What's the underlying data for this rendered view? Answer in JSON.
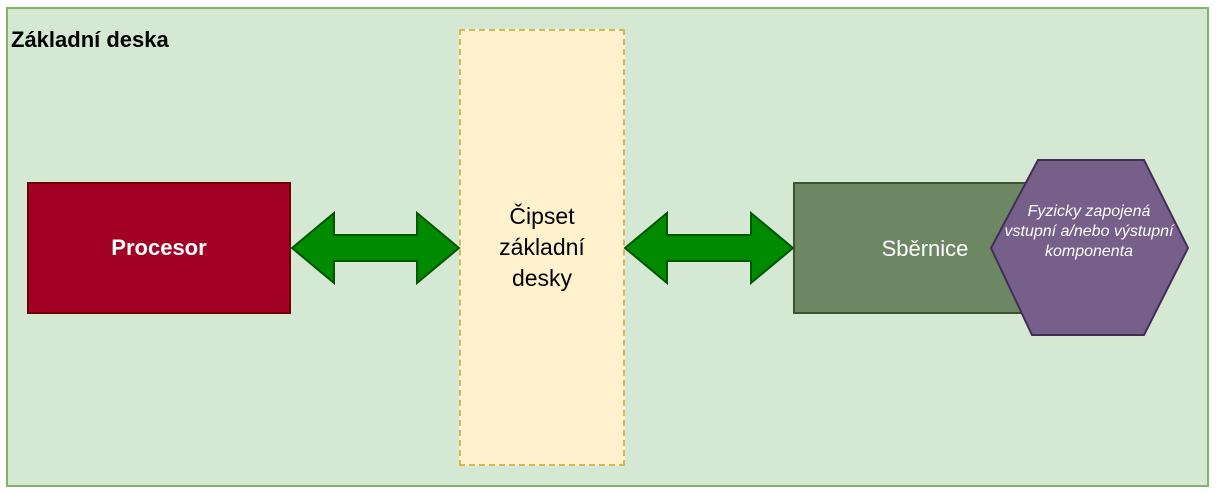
{
  "diagram": {
    "board": {
      "title": "Základní deska",
      "fill": "#d5e8d4",
      "stroke": "#82b366"
    },
    "processor": {
      "label": "Procesor",
      "fill": "#a20025",
      "stroke": "#6f0000"
    },
    "chipset": {
      "label": "Čipset základní desky",
      "fill": "#fff2cc",
      "stroke": "#d6b656"
    },
    "bus": {
      "label": "Sběrnice",
      "fill": "#6d8764",
      "stroke": "#3a5431"
    },
    "component": {
      "label": "Fyzicky zapojená vstupní a/nebo výstupní komponenta",
      "fill": "#76608a",
      "stroke": "#432d57"
    },
    "connectors": [
      {
        "from": "processor",
        "to": "chipset",
        "type": "bidirectional-arrow",
        "fill": "#008a00",
        "stroke": "#005700"
      },
      {
        "from": "chipset",
        "to": "bus",
        "type": "bidirectional-arrow",
        "fill": "#008a00",
        "stroke": "#005700"
      }
    ]
  }
}
